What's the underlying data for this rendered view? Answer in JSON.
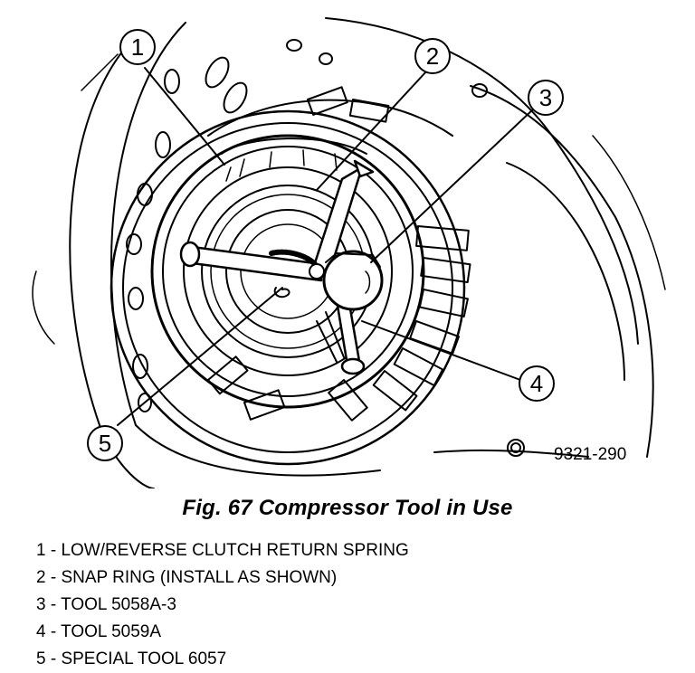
{
  "figure": {
    "id": "9321-290",
    "callouts": [
      "1",
      "2",
      "3",
      "4",
      "5"
    ]
  },
  "caption": "Fig. 67 Compressor Tool in Use",
  "legend": [
    "1 - LOW/REVERSE CLUTCH RETURN SPRING",
    "2 - SNAP RING (INSTALL AS SHOWN)",
    "3 - TOOL 5058A-3",
    "4 - TOOL 5059A",
    "5 - SPECIAL TOOL 6057"
  ]
}
